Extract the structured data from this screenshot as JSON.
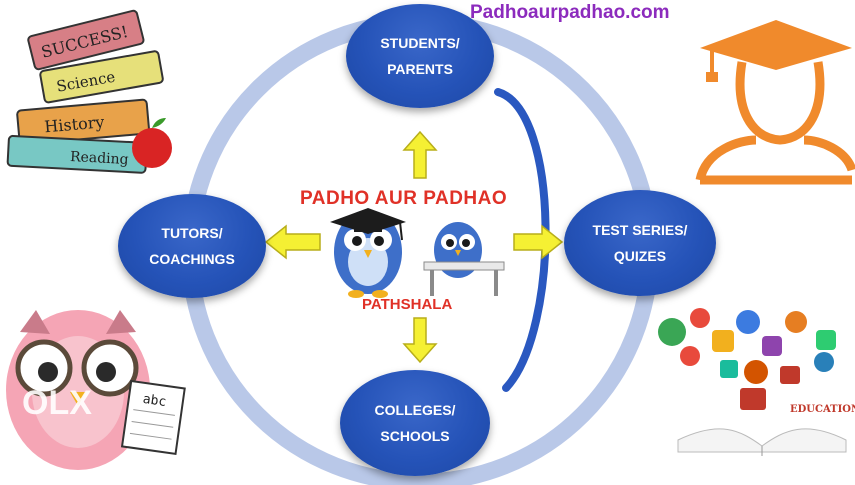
{
  "website": "Padhoaurpadhao.com",
  "center": {
    "title": "PADHO AUR PADHAO",
    "subtitle": "PATHSHALA"
  },
  "nodes": {
    "top": [
      "STUDENTS/",
      "PARENTS"
    ],
    "left": [
      "TUTORS/",
      "COACHINGS"
    ],
    "right": [
      "TEST SERIES/",
      "QUIZES"
    ],
    "bottom": [
      "COLLEGES/",
      "SCHOOLS"
    ]
  },
  "book_labels": [
    "SUCCESS!",
    "Science",
    "History",
    "Reading"
  ],
  "paper_label": "abc",
  "watermark": "OLX",
  "education_label": "EDUCATION",
  "colors": {
    "node_blue": "#2553b8",
    "ring": "#b9c8e8",
    "arrow_fill": "#f5f033",
    "arrow_stroke": "#b8ae1a",
    "title_red": "#e03127",
    "site_purple": "#8c2bbd",
    "grad_orange": "#f08a2c"
  }
}
